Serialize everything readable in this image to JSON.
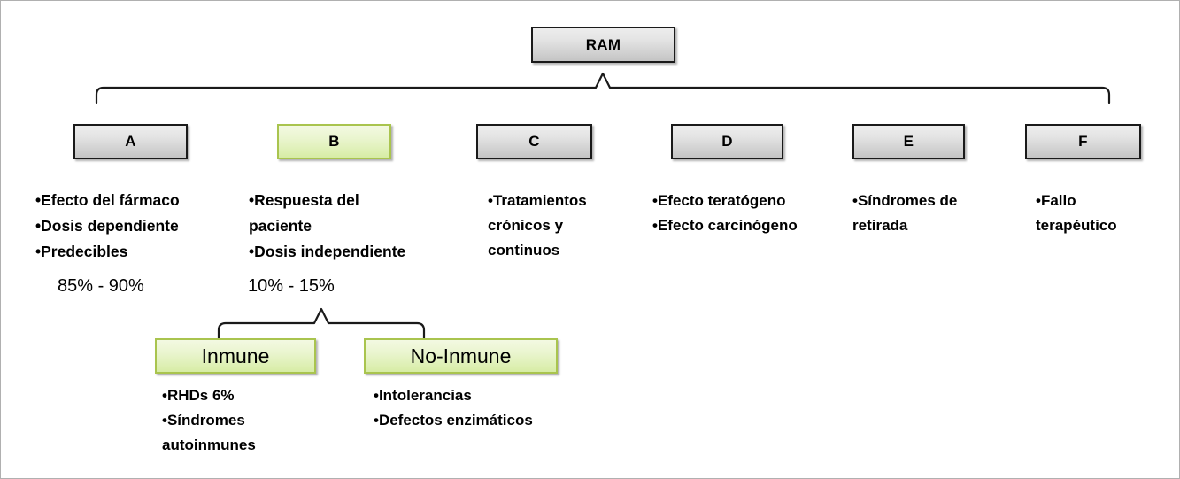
{
  "diagram": {
    "root": {
      "label": "RAM"
    },
    "categories": [
      {
        "id": "A",
        "label": "A",
        "style": "gray",
        "bullets": "•Efecto del fármaco\n•Dosis dependiente\n•Predecibles",
        "percentage": "85% - 90%"
      },
      {
        "id": "B",
        "label": "B",
        "style": "green",
        "bullets": "•Respuesta del\npaciente\n•Dosis independiente",
        "percentage": "10% - 15%"
      },
      {
        "id": "C",
        "label": "C",
        "style": "gray",
        "bullets": "•Tratamientos\ncrónicos y\ncontinuos",
        "percentage": ""
      },
      {
        "id": "D",
        "label": "D",
        "style": "gray",
        "bullets": "•Efecto teratógeno\n•Efecto carcinógeno",
        "percentage": ""
      },
      {
        "id": "E",
        "label": "E",
        "style": "gray",
        "bullets": "•Síndromes de\nretirada",
        "percentage": ""
      },
      {
        "id": "F",
        "label": "F",
        "style": "gray",
        "bullets": "•Fallo\nterapéutico",
        "percentage": ""
      }
    ],
    "subcategories": [
      {
        "id": "inmune",
        "label": "Inmune",
        "style": "green",
        "bullets": "•RHDs  6%\n•Síndromes\nautoinmunes"
      },
      {
        "id": "no-inmune",
        "label": "No-Inmune",
        "style": "green",
        "bullets": "•Intolerancias\n•Defectos  enzimáticos"
      }
    ],
    "colors": {
      "gray_box_border": "#1a1a1a",
      "gray_box_fill": "#dcdcdc",
      "green_box_border": "#a9c44e",
      "green_box_fill": "#e7f3c6",
      "connector": "#1a1a1a",
      "page_border": "#b0b0b0",
      "text": "#000000"
    }
  }
}
